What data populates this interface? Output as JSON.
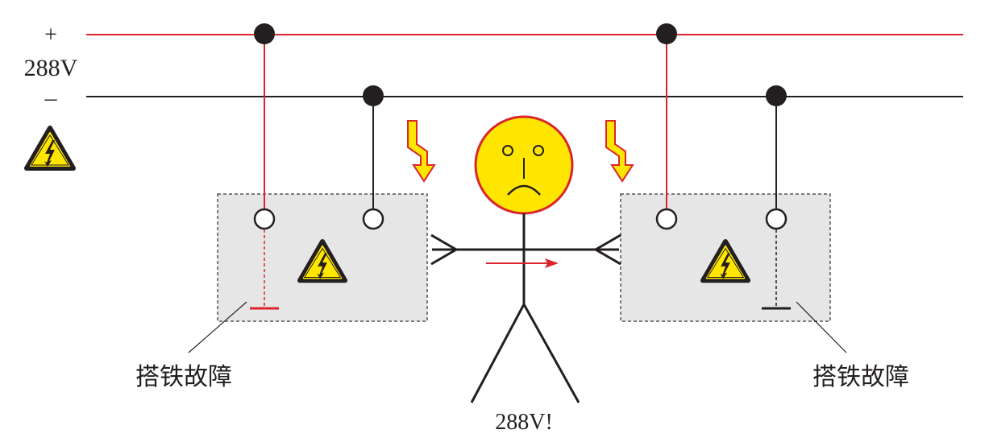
{
  "bus": {
    "plus_sign": "+",
    "voltage": "288V",
    "minus_sign": "–"
  },
  "labels": {
    "left_fault": "搭铁故障",
    "right_fault": "搭铁故障",
    "person_voltage": "288V!"
  },
  "colors": {
    "positive_wire": "#d9262c",
    "negative_wire": "#231f20",
    "warning_yellow": "#ffe600",
    "box_fill": "#e6e6e6"
  },
  "icons": {
    "warning": "high-voltage-warning-icon",
    "shock": "lightning-bolt-icon"
  }
}
